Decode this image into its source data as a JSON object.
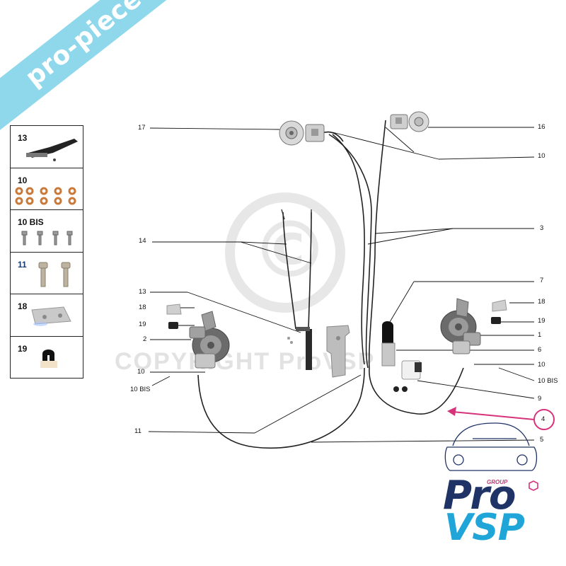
{
  "watermark": {
    "banner_text": "pro-piece-vsp.com",
    "copyright_text": "COPYRIGHT ProVSP",
    "copyright_symbol": "©"
  },
  "legend": [
    {
      "label": "13",
      "icon": "handbrake-lever-icon"
    },
    {
      "label": "10",
      "icon": "copper-washers-icon"
    },
    {
      "label": "10 BIS",
      "icon": "banjo-bolts-icon"
    },
    {
      "label": "11",
      "icon": "bolts-icon"
    },
    {
      "label": "18",
      "icon": "bracket-icon"
    },
    {
      "label": "19",
      "icon": "clip-icon"
    }
  ],
  "callouts": {
    "c17": "17",
    "c16": "16",
    "c10_top": "10",
    "c3": "3",
    "c14": "14",
    "c7": "7",
    "c13": "13",
    "c18_left": "18",
    "c18_right": "18",
    "c19_left": "19",
    "c19_right": "19",
    "c2": "2",
    "c1": "1",
    "c6": "6",
    "c10_left": "10",
    "c10bis_left": "10 BIS",
    "c10_right": "10",
    "c10bis_right": "10 BIS",
    "c9": "9",
    "c4": "4",
    "c11": "11",
    "c5": "5"
  },
  "brand": {
    "group": "GROUP",
    "pro": "Pro",
    "vsp": "VSP"
  },
  "colors": {
    "banner": "#8fd8ec",
    "highlight": "#d6337a",
    "brand_dark": "#1f3366",
    "brand_light": "#1fa5d8"
  }
}
